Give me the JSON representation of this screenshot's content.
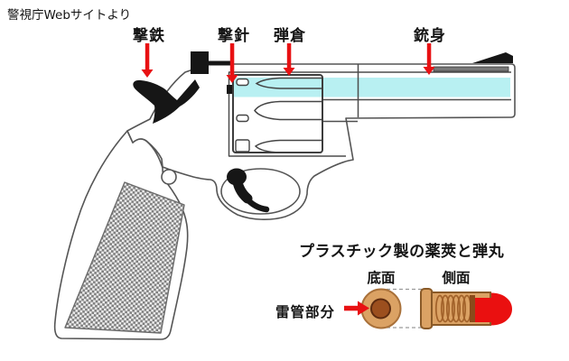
{
  "credit": "警視庁Webサイトより",
  "labels": {
    "hammer": "撃鉄",
    "firing_pin": "撃針",
    "cylinder": "弾倉",
    "barrel": "銃身"
  },
  "cartridge_section": {
    "title": "プラスチック製の薬莢と弾丸",
    "bottom_view": "底面",
    "side_view": "側面",
    "primer": "雷管部分"
  },
  "colors": {
    "arrow_red": "#e81113",
    "bore_cyan": "#b8f0f2",
    "case_tan": "#dba264",
    "primer_brown": "#9c4f1e",
    "bullet_red": "#ea1010"
  }
}
